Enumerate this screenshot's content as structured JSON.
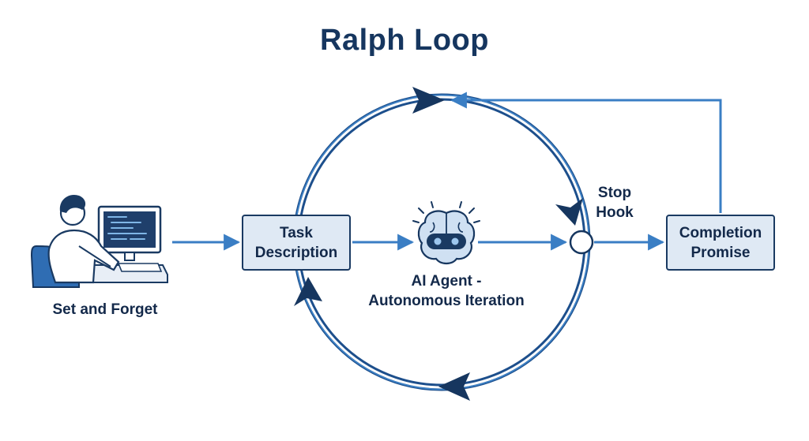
{
  "title": "Ralph Loop",
  "nodes": {
    "task": {
      "line1": "Task",
      "line2": "Description"
    },
    "completion": {
      "line1": "Completion",
      "line2": "Promise"
    }
  },
  "labels": {
    "set_and_forget": "Set and Forget",
    "agent_line1": "AI Agent -",
    "agent_line2": "Autonomous Iteration",
    "stop_line1": "Stop",
    "stop_line2": "Hook"
  },
  "icons": {
    "user": "person-at-computer-icon",
    "agent": "robot-brain-icon"
  },
  "colors": {
    "title": "#16365f",
    "loop_outer": "#1d4f8c",
    "loop_inner": "#3f86cc",
    "arrow": "#3a7ec4",
    "node_fill": "#dfe9f4",
    "node_border": "#1a3a62"
  }
}
